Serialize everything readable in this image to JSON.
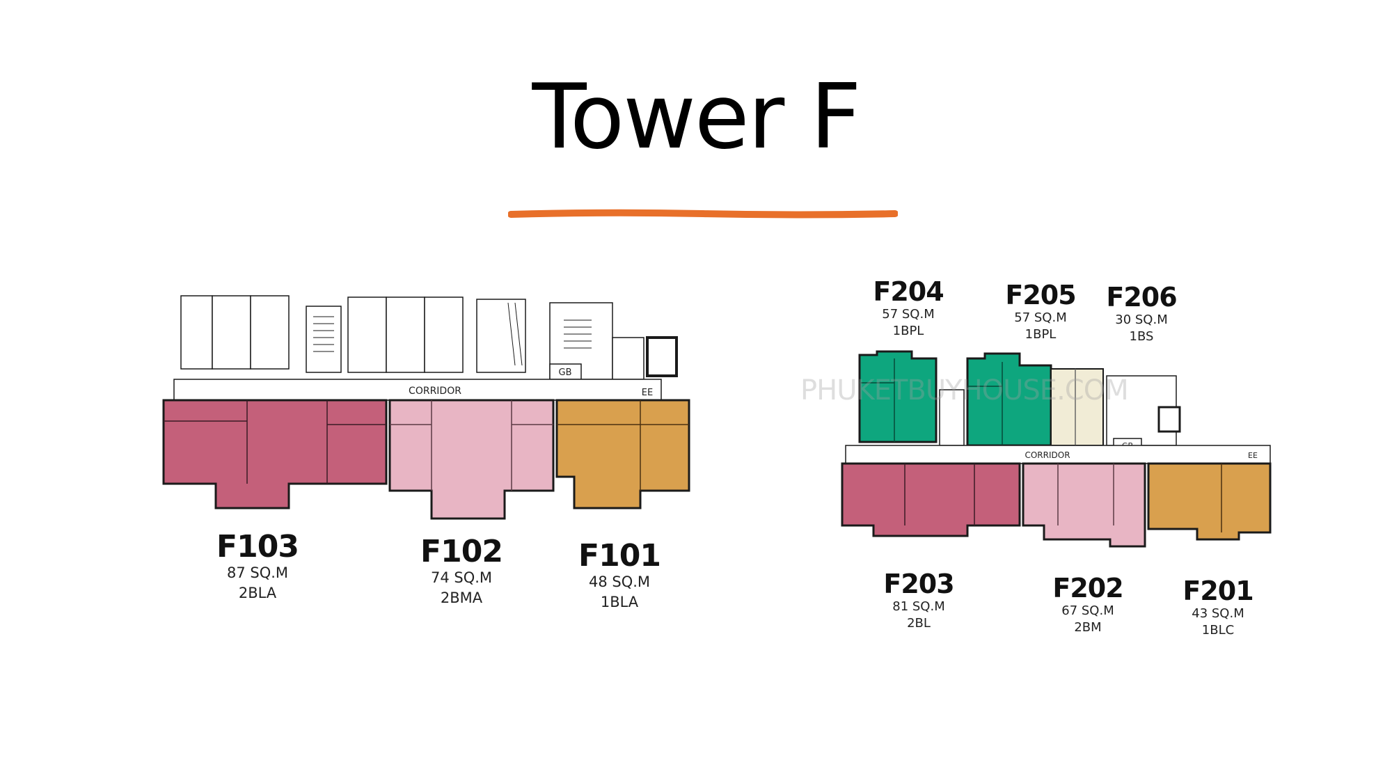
{
  "title": "Tower F",
  "colors": {
    "accent": "#e8702a",
    "unit_2bl": "#c4607a",
    "unit_2bm": "#e8b5c4",
    "unit_1bl": "#d9a04e",
    "unit_1bp": "#0ea67e",
    "unit_1bs": "#f1ecd6",
    "wall": "#1a1a1a"
  },
  "plan_labels": {
    "corridor": "CORRIDOR",
    "garbage": "GB",
    "elevator": "EE"
  },
  "watermark": "PHUKETBUYHOUSE.COM",
  "level1_units": [
    {
      "name": "F103",
      "area": "87 SQ.M",
      "type": "2BLA"
    },
    {
      "name": "F102",
      "area": "74 SQ.M",
      "type": "2BMA"
    },
    {
      "name": "F101",
      "area": "48 SQ.M",
      "type": "1BLA"
    }
  ],
  "level2_top_units": [
    {
      "name": "F204",
      "area": "57 SQ.M",
      "type": "1BPL"
    },
    {
      "name": "F205",
      "area": "57 SQ.M",
      "type": "1BPL"
    },
    {
      "name": "F206",
      "area": "30 SQ.M",
      "type": "1BS"
    }
  ],
  "level2_bottom_units": [
    {
      "name": "F203",
      "area": "81 SQ.M",
      "type": "2BL"
    },
    {
      "name": "F202",
      "area": "67 SQ.M",
      "type": "2BM"
    },
    {
      "name": "F201",
      "area": "43 SQ.M",
      "type": "1BLC"
    }
  ]
}
